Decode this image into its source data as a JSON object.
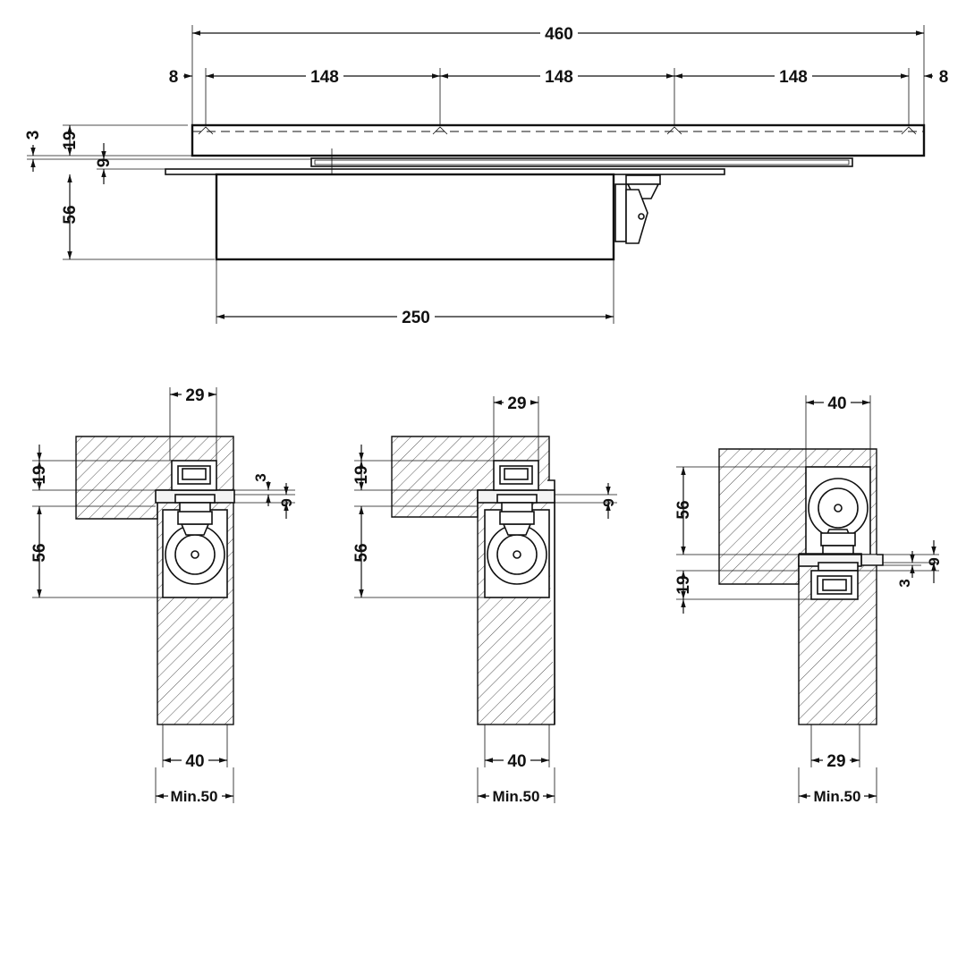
{
  "top_view": {
    "overall_length": "460",
    "edge_offset_left": "8",
    "edge_offset_right": "8",
    "hole_spacing_1": "148",
    "hole_spacing_2": "148",
    "hole_spacing_3": "148",
    "track_height": "19",
    "offset_small": "3",
    "offset_slide": "9",
    "body_height": "56",
    "body_length": "250"
  },
  "section_a": {
    "top_width": "29",
    "track_height": "19",
    "offset_small": "3",
    "offset_slide": "9",
    "body_height": "56",
    "door_width": "40",
    "min_width": "Min.50"
  },
  "section_b": {
    "top_width": "29",
    "track_height": "19",
    "offset_slide": "9",
    "body_height": "56",
    "door_width": "40",
    "min_width": "Min.50"
  },
  "section_c": {
    "top_width": "40",
    "body_height": "56",
    "track_height": "19",
    "offset_slide": "9",
    "offset_small": "3",
    "door_width": "29",
    "min_width": "Min.50"
  }
}
